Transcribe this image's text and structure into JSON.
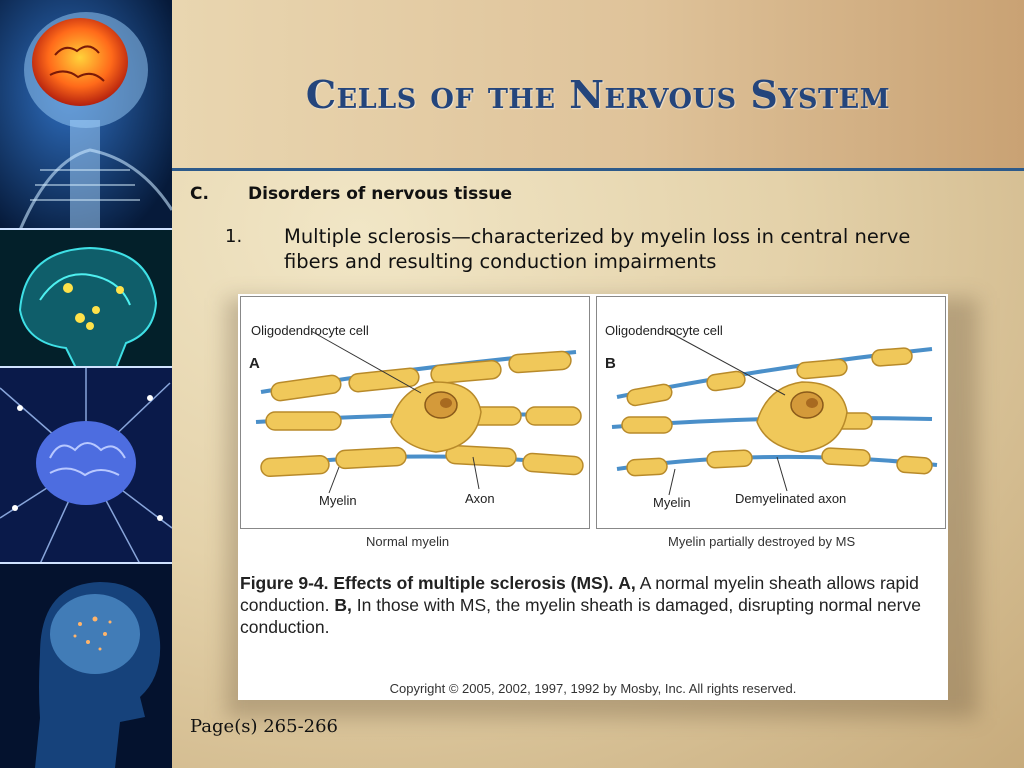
{
  "slide": {
    "title": "Cells of the Nervous System",
    "outline": {
      "level1": {
        "marker": "C.",
        "text": "Disorders of nervous tissue"
      },
      "level2": {
        "marker": "1.",
        "text": "Multiple sclerosis—characterized by myelin loss in central nerve fibers and resulting conduction impairments"
      }
    },
    "footer": {
      "pages": "Page(s) 265-266"
    }
  },
  "figure": {
    "panel_a": {
      "letter": "A",
      "cell_label": "Oligodendrocyte cell",
      "myelin_label": "Myelin",
      "axon_label": "Axon",
      "caption": "Normal myelin"
    },
    "panel_b": {
      "letter": "B",
      "cell_label": "Oligodendrocyte cell",
      "myelin_label": "Myelin",
      "axon_label": "Demyelinated axon",
      "caption": "Myelin partially destroyed by MS"
    },
    "legend": {
      "heading": "Figure 9-4. Effects of multiple sclerosis (MS).",
      "part_a_marker": "A,",
      "part_a_text": "A normal myelin sheath allows rapid conduction.",
      "part_b_marker": "B,",
      "part_b_text": "In those with MS, the myelin sheath is damaged, disrupting normal nerve conduction."
    },
    "copyright": "Copyright © 2005, 2002, 1997, 1992 by Mosby, Inc. All rights reserved."
  },
  "colors": {
    "title": "#24457c",
    "rule": "#2d5a8a",
    "myelin": "#f0c85a",
    "axon": "#4a8fc9"
  }
}
